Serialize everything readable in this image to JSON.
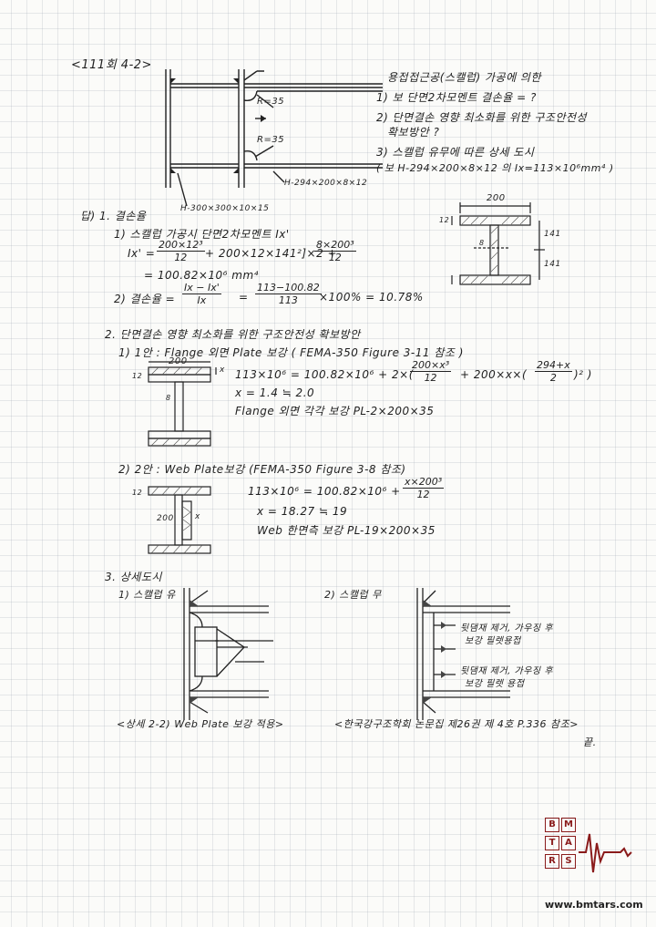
{
  "page": {
    "header": "<111회 4-2>",
    "question": {
      "intro": "용접접근공(스캘럽) 가공에 의한",
      "q1": "1) 보 단면2차모멘트 결손율 = ?",
      "q2a": "2) 단면결손 영향 최소화를 위한 구조안전성",
      "q2b": "확보방안 ?",
      "q3": "3) 스캘럽 유무에 따른 상세 도시",
      "given": "( 보 H-294×200×8×12 의 Ix=113×10⁶mm⁴ )"
    },
    "fig1": {
      "r_top": "R=35",
      "r_bottom": "R=35",
      "col_label": "H-300×300×10×15",
      "beam_label": "H-294×200×8×12"
    },
    "sec1": {
      "heading": "답) 1. 결손율",
      "step1": "1) 스캘럽 가공시 단면2차모멘트 Ix'",
      "eq1_lhs": "Ix' =",
      "eq1_f1_num": "200×12³",
      "eq1_f1_den": "12",
      "eq1_mid": "+ 200×12×141²]×2 +",
      "eq1_f2_num": "8×200³",
      "eq1_f2_den": "12",
      "eq1_result": "= 100.82×10⁶ mm⁴",
      "step2_lhs": "2) 결손율 =",
      "step2_f1_num": "Ix − Ix'",
      "step2_f1_den": "Ix",
      "step2_eq": "=",
      "step2_f2_num": "113−100.82",
      "step2_f2_den": "113",
      "step2_result": "×100% = 10.78%",
      "sec_dims": {
        "width": "200",
        "tf": "12",
        "h1": "141",
        "h2": "141",
        "tw": "8"
      }
    },
    "sec2": {
      "heading": "2. 단면결손 영향 최소화를 위한 구조안전성 확보방안",
      "alt1": "1) 1안 : Flange 외면 Plate 보강 ( FEMA-350  Figure 3-11 참조 )",
      "alt1_eq": "113×10⁶ = 100.82×10⁶ + 2×(",
      "alt1_f1_num": "200×x³",
      "alt1_f1_den": "12",
      "alt1_mid": "+ 200×x×(",
      "alt1_f2_num": "294+x",
      "alt1_f2_den": "2",
      "alt1_end": ")² )",
      "alt1_x": "x = 1.4 ≒ 2.0",
      "alt1_result": "Flange 외면 각각 보강  PL-2×200×35",
      "alt1_dims": {
        "width": "200",
        "x": "x",
        "tf": "12",
        "tw": "8"
      },
      "alt2": "2) 2안 :  Web  Plate보강  (FEMA-350  Figure 3-8 참조)",
      "alt2_eq": "113×10⁶ = 100.82×10⁶ +",
      "alt2_f_num": "x×200³",
      "alt2_f_den": "12",
      "alt2_x": "x = 18.27 ≒ 19",
      "alt2_result": "Web 한면측 보강  PL-19×200×35",
      "alt2_dims": {
        "tf": "12",
        "h": "200",
        "x": "x"
      }
    },
    "sec3": {
      "heading": "3. 상세도시",
      "d1": "1) 스캘럽 유",
      "d2": "2) 스캘럽 무",
      "note1": "뒷댐재 제거, 가우징 후",
      "note1b": "보강 필렛용접",
      "note2": "뒷댐재 제거, 가우징 후",
      "note2b": "보강 필렛 용접",
      "cap1": "<상세 2-2) Web Plate 보강 적용>",
      "cap2": "<한국강구조학회 논문집 제26권 제 4호 P.336 참조>",
      "end": "끝."
    }
  },
  "logo": {
    "letters": [
      "B",
      "M",
      "T",
      "A",
      "R",
      "S"
    ],
    "url": "www.bmtars.com",
    "color": "#8a1b1b"
  }
}
